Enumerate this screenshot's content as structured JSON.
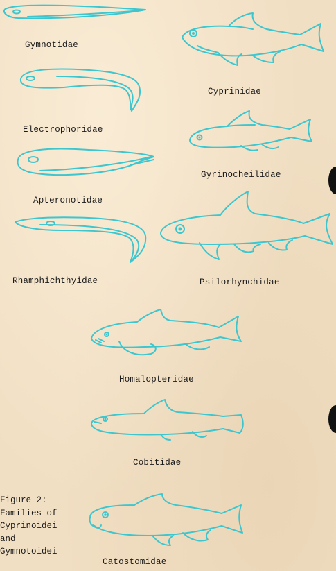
{
  "families": {
    "gymnotidae": "Gymnotidae",
    "cyprinidae": "Cyprinidae",
    "electrophoridae": "Electrophoridae",
    "gyrinocheilidae": "Gyrinocheilidae",
    "apteronotidae": "Apteronotidae",
    "rhamphichthyidae": "Rhamphichthyidae",
    "psilorhynchidae": "Psilorhynchidae",
    "homalopteridae": "Homalopteridae",
    "cobitidae": "Cobitidae",
    "catostomidae": "Catostomidae"
  },
  "caption": {
    "line1": "Figure 2:",
    "line2": "Families of",
    "line3": "Cyprinoidei",
    "line4": "and",
    "line5": "Gymnotoidei"
  },
  "colors": {
    "ink": "#3ec6cf",
    "paper": "#f1dfc3",
    "text": "#1b1b1b"
  }
}
